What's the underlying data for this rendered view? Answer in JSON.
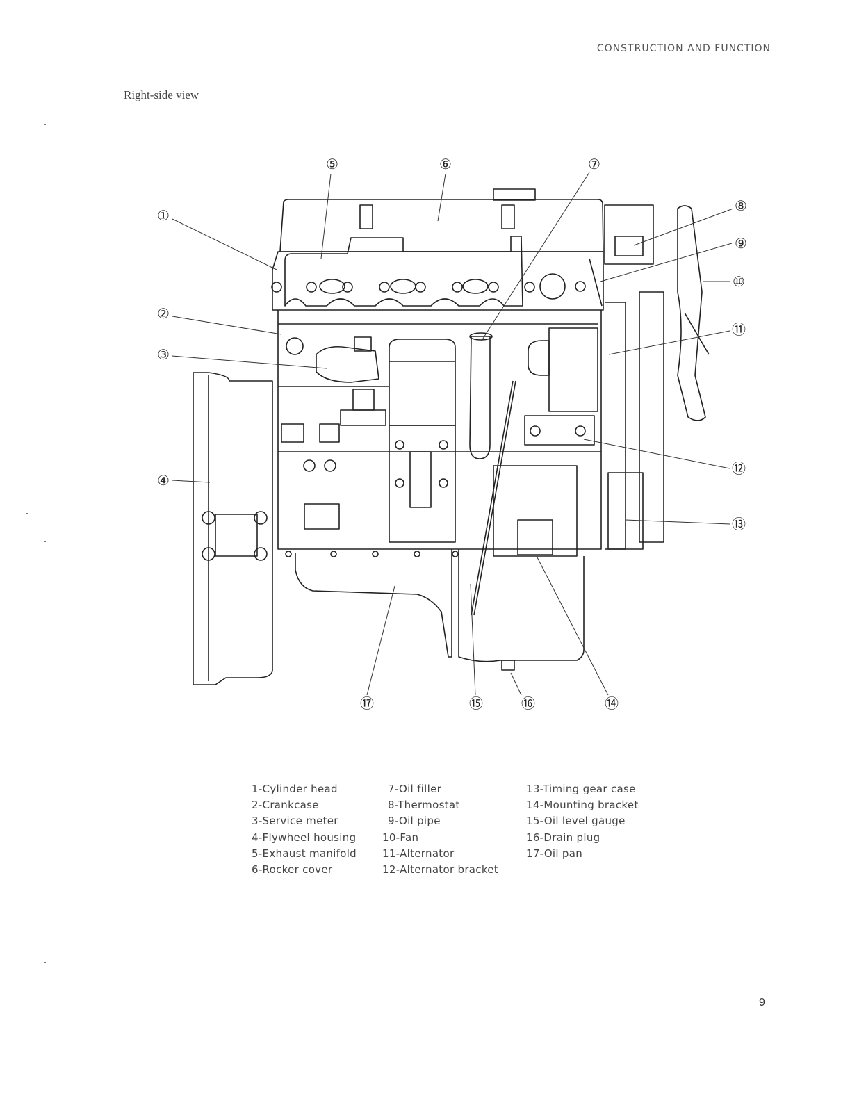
{
  "page": {
    "header": "CONSTRUCTION AND FUNCTION",
    "view_title": "Right-side view",
    "page_number": "9"
  },
  "callouts": [
    "①",
    "②",
    "③",
    "④",
    "⑤",
    "⑥",
    "⑦",
    "⑧",
    "⑨",
    "⑩",
    "⑪",
    "⑫",
    "⑬",
    "⑭",
    "⑮",
    "⑯",
    "⑰"
  ],
  "legend": {
    "col1": [
      "1-Cylinder head",
      "2-Crankcase",
      "3-Service meter",
      "4-Flywheel housing",
      "5-Exhaust manifold",
      "6-Rocker cover"
    ],
    "col2": [
      "7-Oil filler",
      "8-Thermostat",
      "9-Oil pipe",
      "10-Fan",
      "11-Alternator",
      "12-Alternator bracket"
    ],
    "col3": [
      "13-Timing gear case",
      "14-Mounting bracket",
      "15-Oil level gauge",
      "16-Drain plug",
      "17-Oil pan"
    ]
  }
}
